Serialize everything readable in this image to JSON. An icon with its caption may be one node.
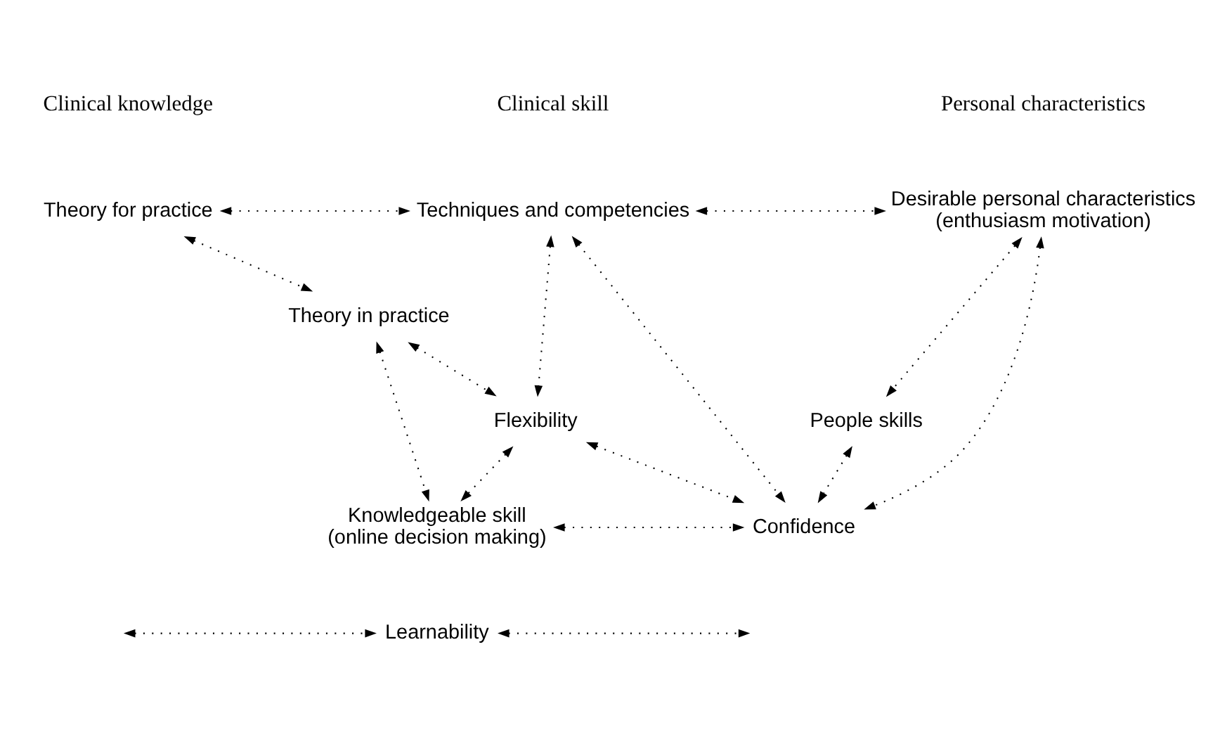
{
  "diagram": {
    "nodes": [
      {
        "text": [
          "Theory for practice"
        ]
      },
      {
        "text": [
          "Techniques and competencies"
        ]
      },
      {
        "text": [
          "Desirable personal characteristics",
          "(enthusiasm motivation)"
        ]
      },
      {
        "text": [
          "Theory in practice"
        ]
      },
      {
        "text": [
          "People skills"
        ]
      },
      {
        "text": [
          "Flexibility"
        ]
      },
      {
        "text": [
          "Knowledgeable skill",
          "(online decision making)"
        ]
      },
      {
        "text": [
          "Confidence"
        ]
      },
      {
        "text": [
          "Learnability"
        ]
      }
    ],
    "edges": [
      {
        "from": 0,
        "to": 1,
        "arrow": "both"
      },
      {
        "from": 1,
        "to": 2,
        "arrow": "both"
      },
      {
        "from": 0,
        "to": 3,
        "arrow": "both"
      },
      {
        "from": 3,
        "to": 5,
        "arrow": "both"
      },
      {
        "from": 3,
        "to": 6,
        "arrow": "both"
      },
      {
        "from": 1,
        "to": 5,
        "arrow": "both"
      },
      {
        "from": 1,
        "to": 7,
        "arrow": "both"
      },
      {
        "from": 2,
        "to": 4,
        "arrow": "both"
      },
      {
        "from": 2,
        "to": 7,
        "arrow": "both"
      },
      {
        "from": 4,
        "to": 7,
        "arrow": "both"
      },
      {
        "from": 5,
        "to": 6,
        "arrow": "both"
      },
      {
        "from": 5,
        "to": 7,
        "arrow": "both"
      },
      {
        "from": 6,
        "to": 7,
        "arrow": "both"
      },
      {
        "from": null,
        "to": 8,
        "arrow": "both"
      },
      {
        "from": 8,
        "to": null,
        "arrow": "both"
      }
    ],
    "labels": [
      "Clinical knowledge",
      "Clinical skill",
      "Personal characteristics"
    ]
  }
}
